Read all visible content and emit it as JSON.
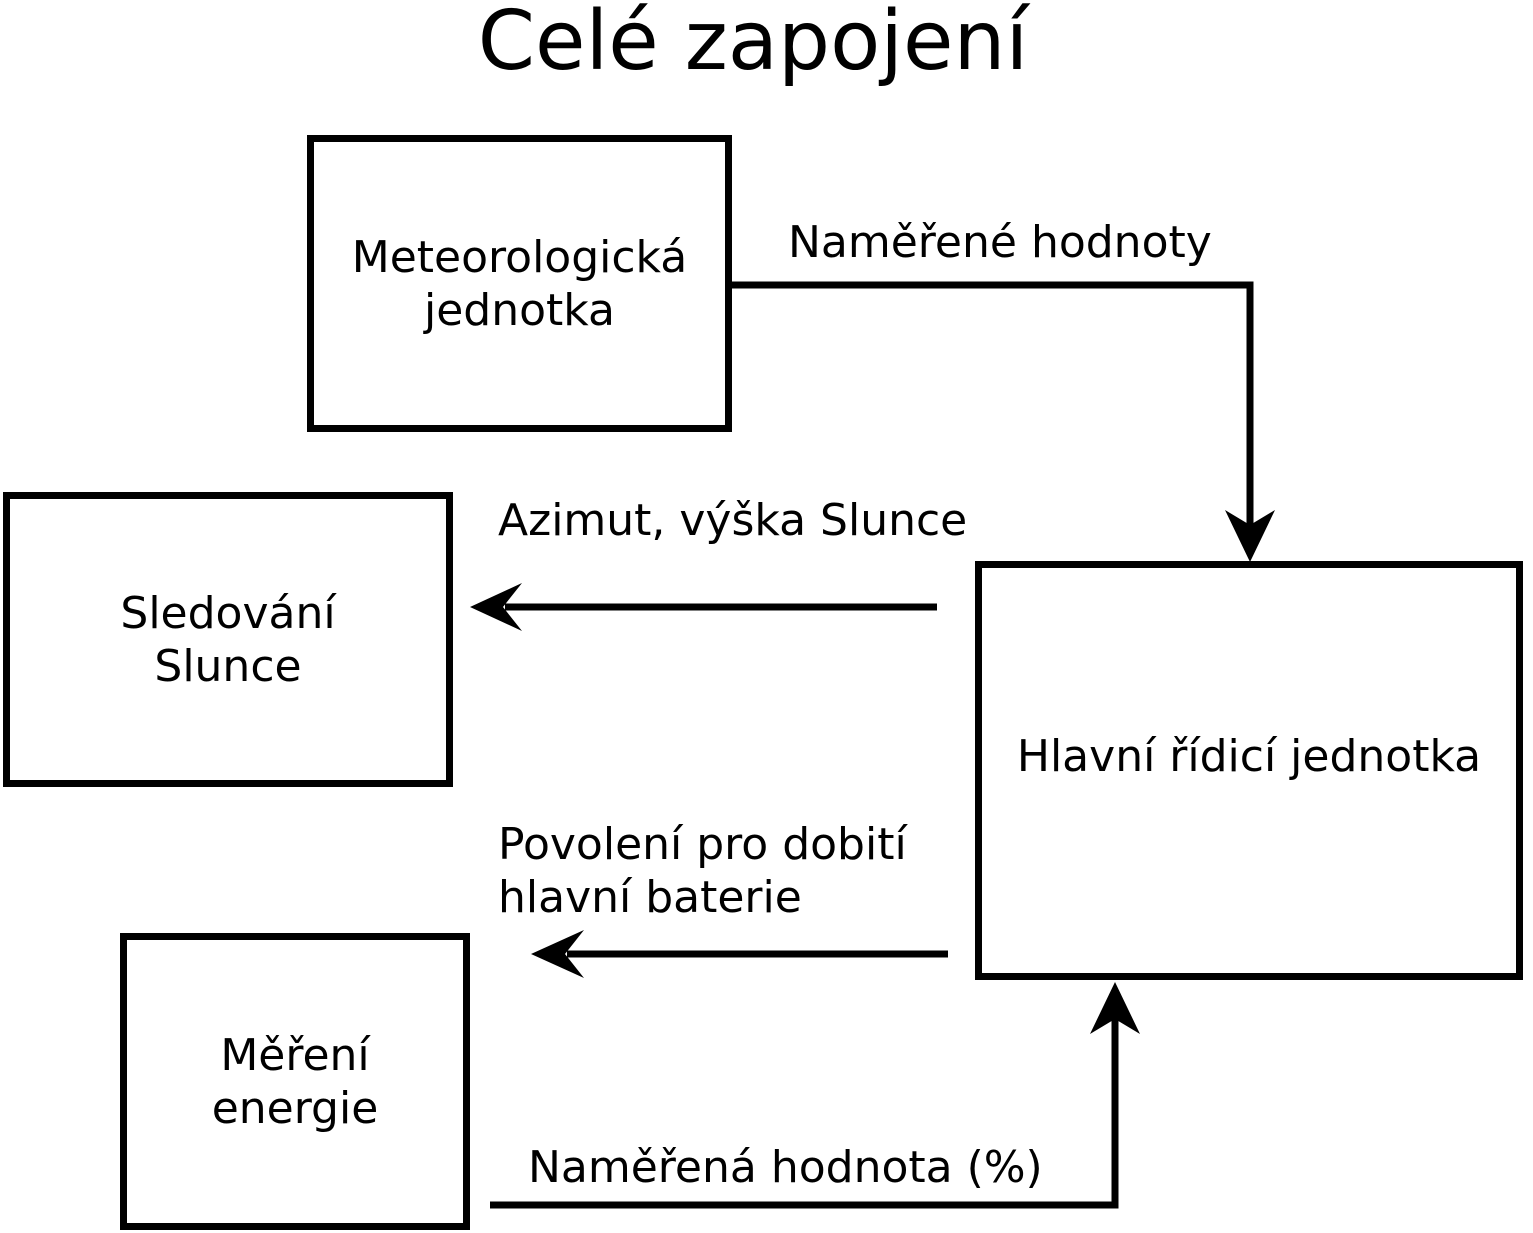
{
  "title": "Celé zapojení",
  "colors": {
    "ink": "#000000",
    "background": "#ffffff"
  },
  "nodes": {
    "meteo_unit": {
      "label": "Meteorologická\njednotka"
    },
    "sun_tracking": {
      "label": "Sledování\nSlunce"
    },
    "energy_measurement": {
      "label": "Měření\nenergie"
    },
    "main_control": {
      "label": "Hlavní řídicí jednotka"
    }
  },
  "edges": {
    "measured_values": {
      "label": "Naměřené hodnoty",
      "from": "meteo_unit",
      "to": "main_control"
    },
    "sun_position": {
      "label": "Azimut, výška Slunce",
      "from": "main_control",
      "to": "sun_tracking"
    },
    "charge_permission": {
      "label": "Povolení pro dobití\nhlavní baterie",
      "from": "main_control",
      "to": ""
    },
    "measured_percentage": {
      "label": "Naměřená hodnota (%)",
      "from": "energy_measurement",
      "to": "main_control"
    }
  }
}
